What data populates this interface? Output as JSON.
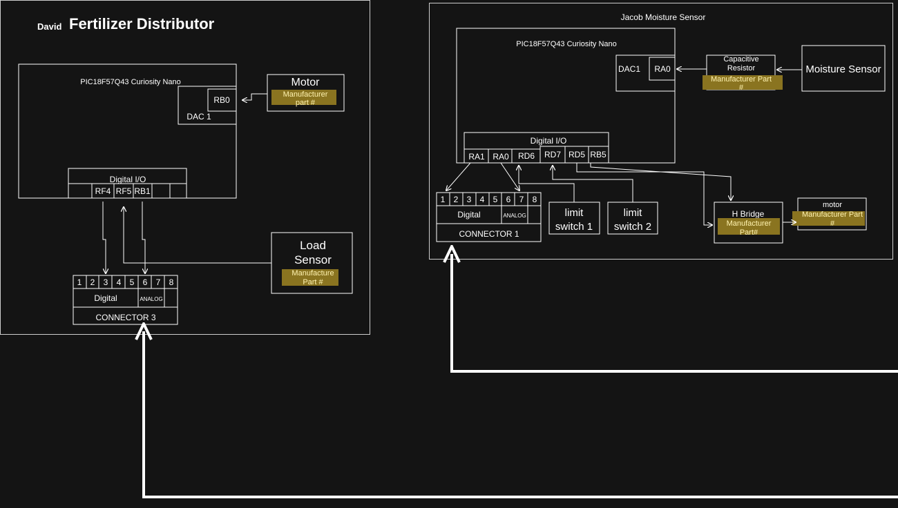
{
  "theme": {
    "background": "#141414",
    "stroke": "#ffffff",
    "text": "#ffffff",
    "highlight": "#8a7420",
    "highlight_text": "#fff3b0"
  },
  "left_panel": {
    "owner": "David",
    "title": "Fertilizer Distributor",
    "mcu": {
      "title": "PIC18F57Q43 Curiosity Nano",
      "dac_label": "DAC 1",
      "dac_pin": "RB0",
      "io_title": "Digital I/O",
      "io_pins": [
        "RF4",
        "RF5",
        "RB1"
      ]
    },
    "motor": {
      "title": "Motor",
      "part": [
        "Manufacturer",
        "part #"
      ]
    },
    "load_sensor": {
      "title": [
        "Load",
        "Sensor"
      ],
      "part": [
        "Manufacture",
        "Part #"
      ]
    },
    "connector": {
      "pins": [
        "1",
        "2",
        "3",
        "4",
        "5",
        "6",
        "7",
        "8"
      ],
      "digital": "Digital",
      "analog": "ANALOG",
      "label": "CONNECTOR 3"
    }
  },
  "right_panel": {
    "title": "Jacob Moisture Sensor",
    "mcu": {
      "title": "PIC18F57Q43 Curiosity Nano",
      "dac_label": "DAC1",
      "dac_pin": "RA0",
      "io_title": "Digital I/O",
      "io_pins": [
        "RA1",
        "RA0",
        "RD6",
        "RD7",
        "RD5",
        "RB5"
      ]
    },
    "capacitive_resistor": {
      "title": [
        "Capacitive",
        "Resistor"
      ],
      "part": [
        "Manufacturer Part",
        "#"
      ]
    },
    "moisture_sensor": {
      "title": "Moisture Sensor"
    },
    "connector": {
      "pins": [
        "1",
        "2",
        "3",
        "4",
        "5",
        "6",
        "7",
        "8"
      ],
      "digital": "Digital",
      "analog": "ANALOG",
      "label": "CONNECTOR 1"
    },
    "limit_switch_1": {
      "title": [
        "limit",
        "switch 1"
      ]
    },
    "limit_switch_2": {
      "title": [
        "limit",
        "switch 2"
      ]
    },
    "h_bridge": {
      "title": "H Bridge",
      "part": [
        "Manufacturer",
        "Part#"
      ]
    },
    "motor": {
      "title": "motor",
      "part": [
        "Manufacturer Part",
        "#"
      ]
    }
  }
}
